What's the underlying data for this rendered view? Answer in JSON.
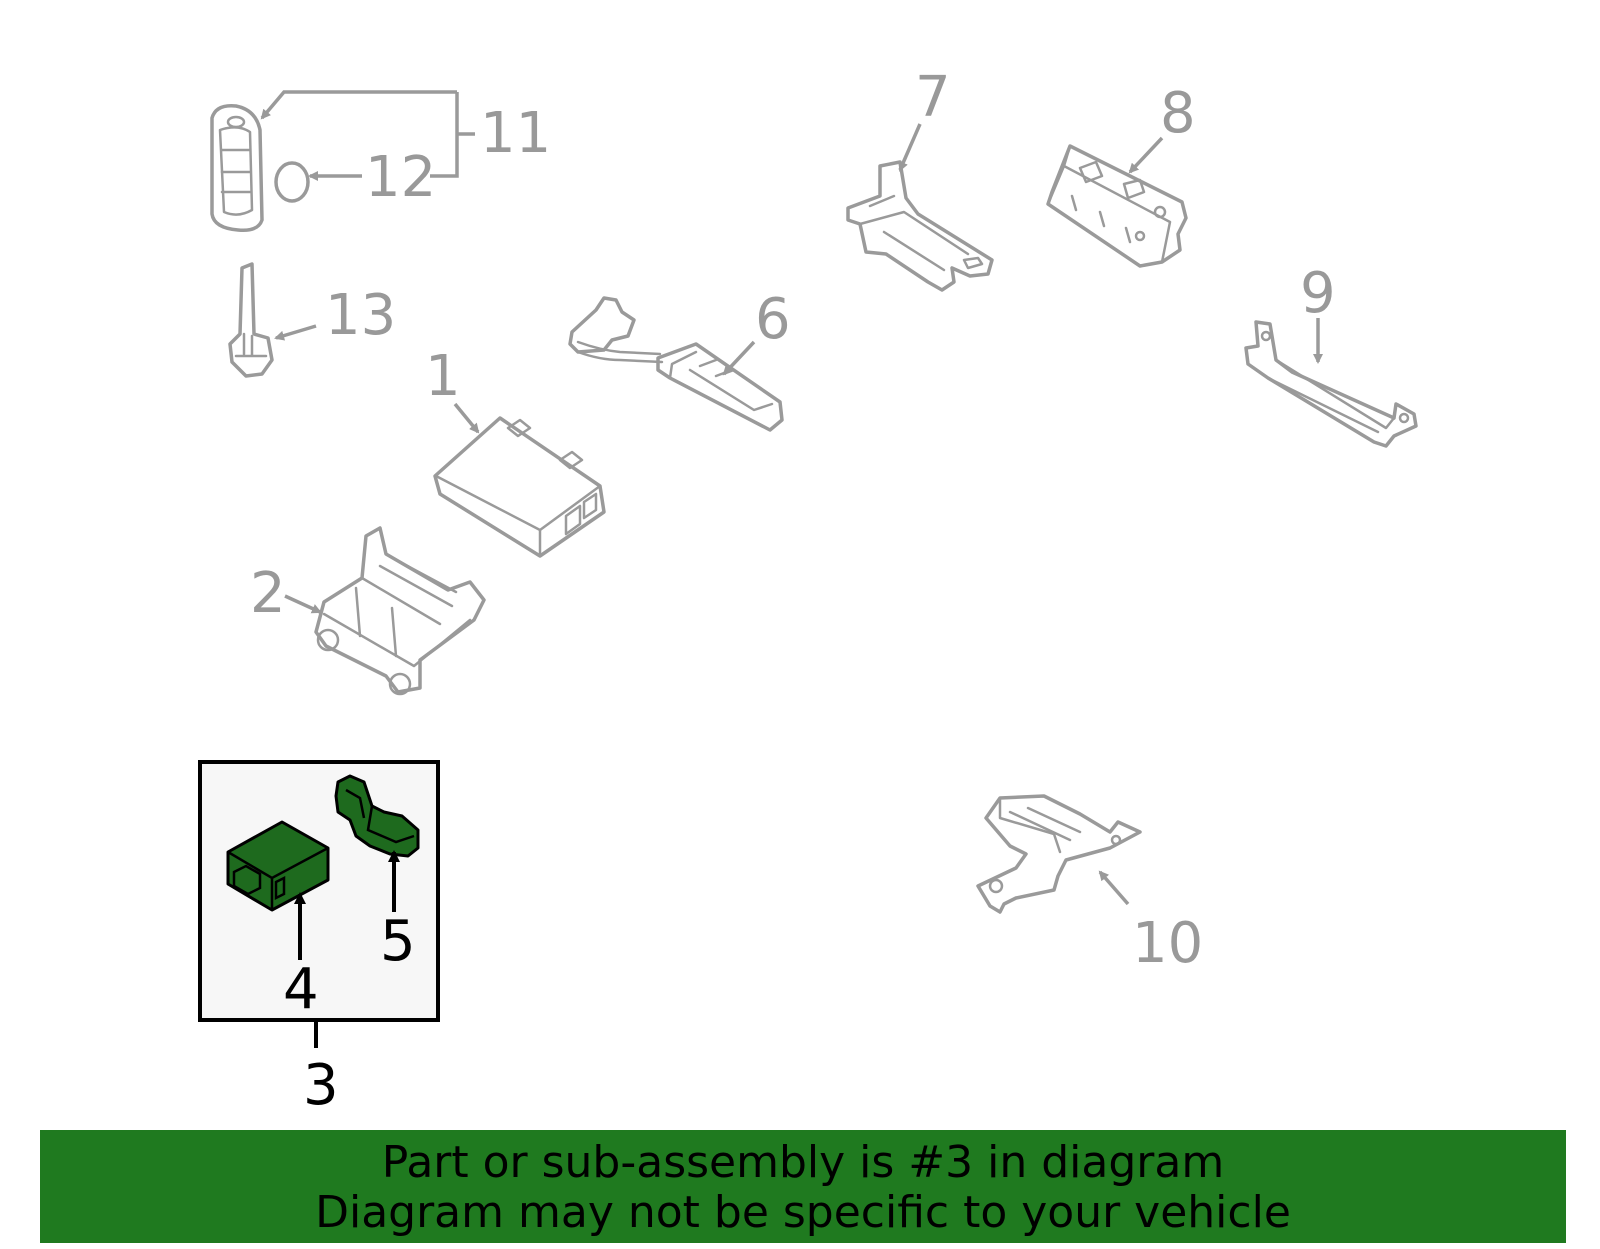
{
  "callouts": {
    "c1": "1",
    "c2": "2",
    "c3": "3",
    "c4": "4",
    "c5": "5",
    "c6": "6",
    "c7": "7",
    "c8": "8",
    "c9": "9",
    "c10": "10",
    "c11": "11",
    "c12": "12",
    "c13": "13"
  },
  "banner": {
    "line1": "Part or sub-assembly is #3 in diagram",
    "line2": "Diagram may not be specific to your vehicle"
  },
  "colors": {
    "highlight_part": "#1e6a1e",
    "banner_bg": "#1f7a1f",
    "line_art": "#9a9a9a",
    "inset_bg": "#f7f7f7"
  }
}
